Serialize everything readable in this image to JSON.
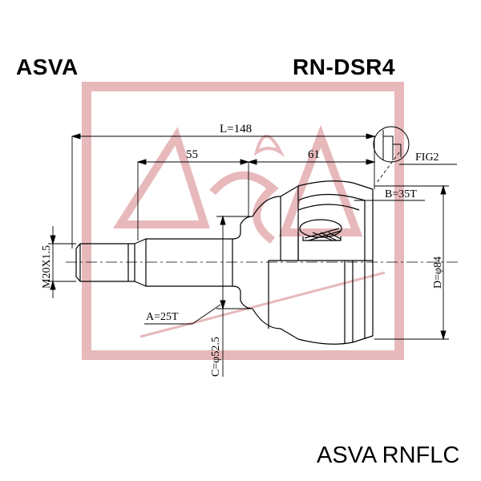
{
  "header": {
    "brand": "ASVA",
    "part_number": "RN-DSR4"
  },
  "dimensions": {
    "total_length": "L=148",
    "stub_length": "55",
    "housing_length": "61",
    "thread": "M20X1.5",
    "outer_diameter": "D=φ84",
    "inner_splines": "B=35T",
    "outer_splines": "A=25T",
    "seal_diameter": "C=φ52.5",
    "detail_ref": "FIG2"
  },
  "footer": {
    "label": "ASVA RNFLC"
  },
  "colors": {
    "line": "#000000",
    "watermark": "#e7b9bb"
  }
}
